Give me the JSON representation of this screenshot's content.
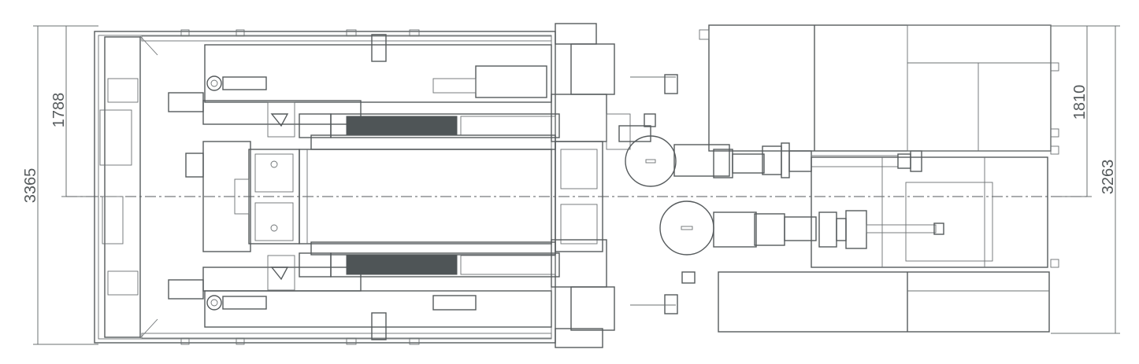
{
  "drawing": {
    "colors": {
      "line": "#555a5c",
      "fill_dark": "#4f5557",
      "background": "#ffffff"
    },
    "dimensions": {
      "overall_width_left": "3365",
      "upper_half_left": "1788",
      "upper_half_right": "1810",
      "overall_width_right": "3263"
    }
  }
}
